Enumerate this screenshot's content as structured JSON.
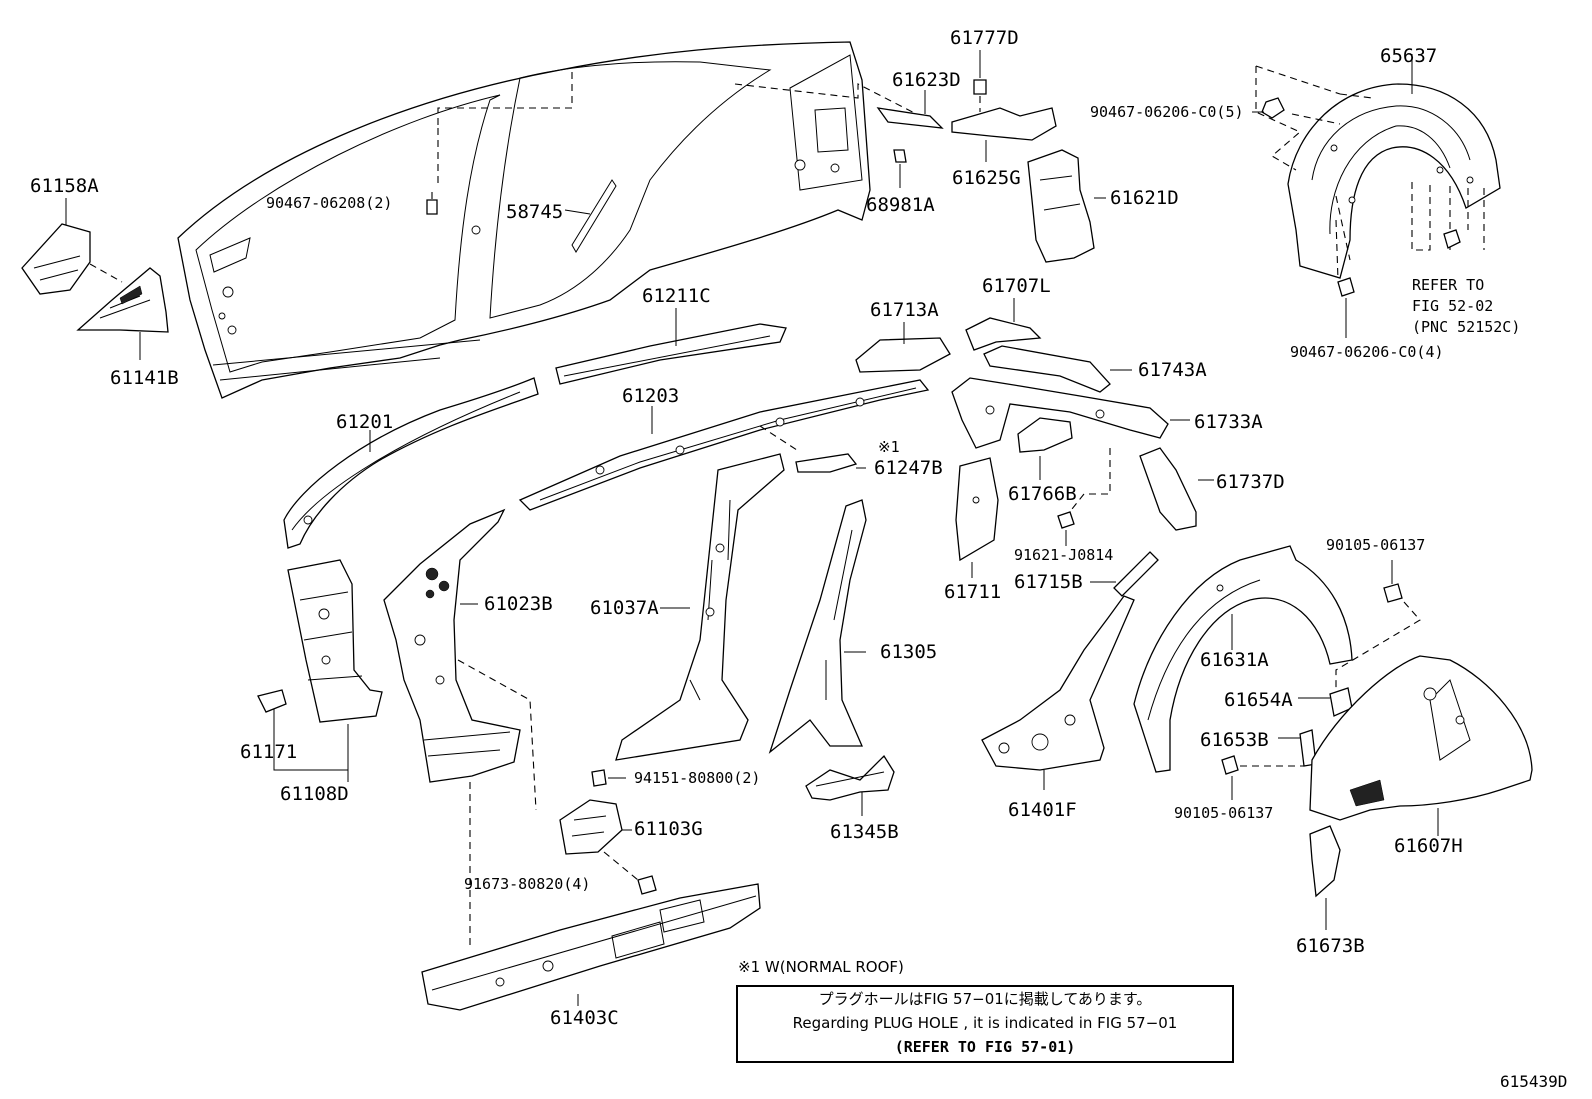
{
  "labels": {
    "p61158A": "61158A",
    "p61141B": "61141B",
    "p90467_06208": "90467-06208(2)",
    "p58745": "58745",
    "p61623D": "61623D",
    "p61777D": "61777D",
    "p68981A": "68981A",
    "p61625G": "61625G",
    "p61621D": "61621D",
    "p65637": "65637",
    "p90467_06206_5": "90467-06206-C0(5)",
    "refer_line1": "REFER TO",
    "refer_line2": "FIG 52-02",
    "refer_line3": "(PNC 52152C)",
    "p90467_06206_4": "90467-06206-C0(4)",
    "p61211C": "61211C",
    "p61713A": "61713A",
    "p61707L": "61707L",
    "p61743A": "61743A",
    "p61733A": "61733A",
    "p61201": "61201",
    "p61203": "61203",
    "mark1": "※1",
    "p61247B": "61247B",
    "p61766B": "61766B",
    "p61737D": "61737D",
    "p91621_J0814": "91621-J0814",
    "p90105_06137_a": "90105-06137",
    "p61023B": "61023B",
    "p61037A": "61037A",
    "p61711": "61711",
    "p61715B": "61715B",
    "p61305": "61305",
    "p61631A": "61631A",
    "p61654A": "61654A",
    "p61653B": "61653B",
    "p61171": "61171",
    "p61108D": "61108D",
    "p94151_80800": "94151-80800(2)",
    "p61103G": "61103G",
    "p61345B": "61345B",
    "p61401F": "61401F",
    "p90105_06137_b": "90105-06137",
    "p61607H": "61607H",
    "p91673_80820": "91673-80820(4)",
    "p61673B": "61673B",
    "p61403C": "61403C"
  },
  "note": {
    "marker": "※1 W(NORMAL ROOF)",
    "line_jp": "プラグホールはFIG 57−01に掲載してあります。",
    "line_en": "Regarding PLUG HOLE , it is indicated in FIG 57−01",
    "line_ref": "(REFER TO FIG 57-01)"
  },
  "figure_id": "615439D"
}
